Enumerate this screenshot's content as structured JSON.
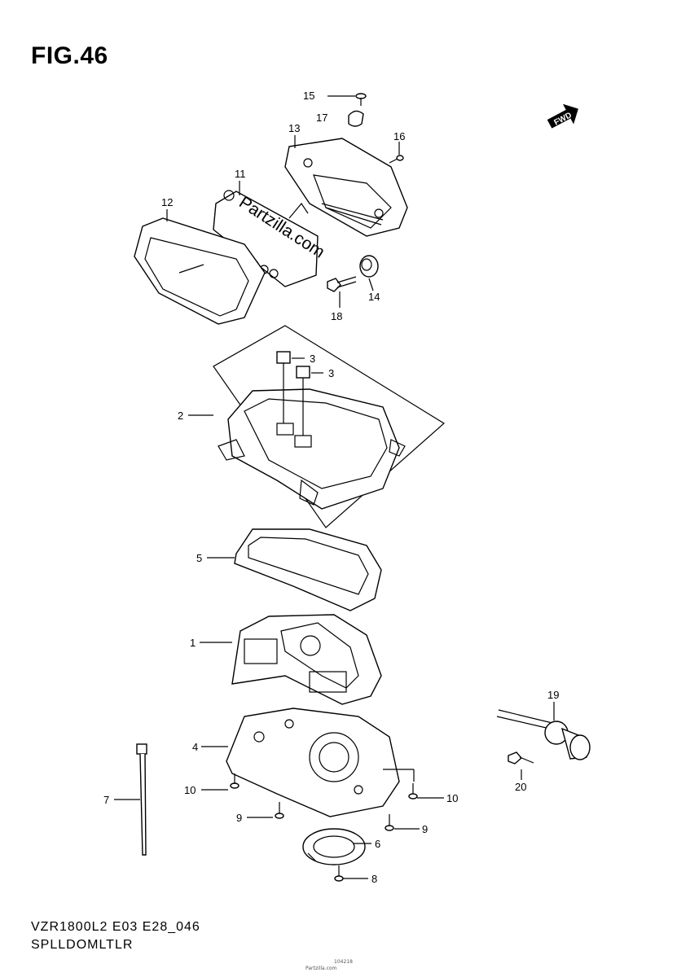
{
  "figure": {
    "title": "FIG.46",
    "model_code": "VZR1800L2 E03 E28_046",
    "caption": "SPLLDOMLTLR",
    "watermark": "Partzilla.com",
    "forward_badge": "FWD",
    "small_print_id": "104218",
    "small_print_copyright": "Partzilla.com"
  },
  "callouts": [
    {
      "id": "c15",
      "text": "15"
    },
    {
      "id": "c17",
      "text": "17"
    },
    {
      "id": "c13",
      "text": "13"
    },
    {
      "id": "c16",
      "text": "16"
    },
    {
      "id": "c11",
      "text": "11"
    },
    {
      "id": "c12",
      "text": "12"
    },
    {
      "id": "c14",
      "text": "14"
    },
    {
      "id": "c18",
      "text": "18"
    },
    {
      "id": "c3a",
      "text": "3"
    },
    {
      "id": "c3b",
      "text": "3"
    },
    {
      "id": "c2",
      "text": "2"
    },
    {
      "id": "c5",
      "text": "5"
    },
    {
      "id": "c1",
      "text": "1"
    },
    {
      "id": "c19",
      "text": "19"
    },
    {
      "id": "c4",
      "text": "4"
    },
    {
      "id": "c7",
      "text": "7"
    },
    {
      "id": "c10a",
      "text": "10"
    },
    {
      "id": "c10b",
      "text": "10"
    },
    {
      "id": "c9a",
      "text": "9"
    },
    {
      "id": "c9b",
      "text": "9"
    },
    {
      "id": "c20",
      "text": "20"
    },
    {
      "id": "c6",
      "text": "6"
    },
    {
      "id": "c8",
      "text": "8"
    }
  ]
}
